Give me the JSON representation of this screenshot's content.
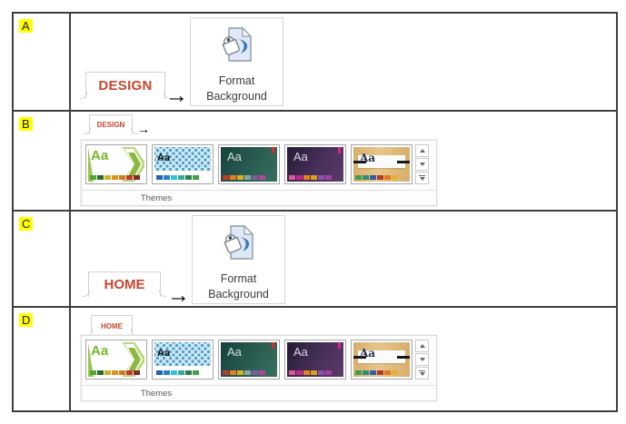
{
  "rows": [
    {
      "label": "A",
      "tab_label": "DESIGN",
      "arrow": "→",
      "button": {
        "line1": "Format",
        "line2": "Background"
      }
    },
    {
      "label": "B",
      "tab_label": "DESIGN",
      "arrow": "→",
      "gallery": {
        "caption": "Themes"
      }
    },
    {
      "label": "C",
      "tab_label": "HOME",
      "arrow": "→",
      "button": {
        "line1": "Format",
        "line2": "Background"
      }
    },
    {
      "label": "D",
      "tab_label": "HOME",
      "gallery": {
        "caption": "Themes"
      }
    }
  ],
  "themes": [
    {
      "text": "Aa",
      "swatches": [
        "#4fa52f",
        "#2f6b24",
        "#c9b52a",
        "#e2901f",
        "#cf7b1f",
        "#bf3b2b",
        "#7d2b20"
      ]
    },
    {
      "text": "Aa",
      "swatches": [
        "#1f63b0",
        "#2980c9",
        "#33c1d8",
        "#35a8a0",
        "#2e7d4f",
        "#43a047"
      ]
    },
    {
      "text": "Aa",
      "swatches": [
        "#c0392b",
        "#e67e22",
        "#d9b021",
        "#8aa6a0",
        "#7a5fa0",
        "#b0479a"
      ],
      "indicator_color": "#d32f2f"
    },
    {
      "text": "Aa",
      "swatches": [
        "#e05897",
        "#c2258e",
        "#e2851f",
        "#d9a21b",
        "#8a52a8",
        "#a33fa3"
      ],
      "indicator_color": "#e0218a"
    },
    {
      "text": "Aa",
      "swatches": [
        "#3f9e4d",
        "#2e8b74",
        "#2f5da8",
        "#b03a2e",
        "#e2771f",
        "#e0b32c"
      ]
    }
  ],
  "icons": {
    "format_background": "paint-bucket-on-document",
    "gallery_up": "triangle-up",
    "gallery_down": "triangle-down",
    "gallery_more": "bar-over-triangle-down",
    "arrow": "right-arrow"
  },
  "colors": {
    "tab_text": "#c8462e",
    "label_highlight": "#ffff00",
    "table_border": "#3f3f3f",
    "button_text": "#3c3c3c",
    "caption_text": "#5a5a5a"
  }
}
